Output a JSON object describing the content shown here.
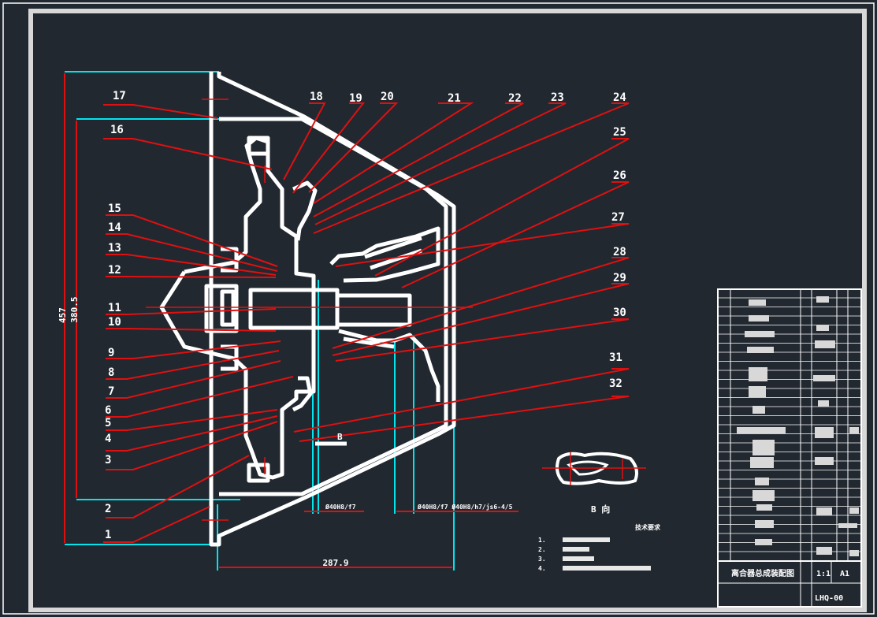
{
  "colors": {
    "background": "#212830",
    "outline": "#ffffff",
    "leader": "#e01010",
    "dimension": "#00e5ee"
  },
  "callouts": [
    "17",
    "16",
    "15",
    "14",
    "13",
    "12",
    "11",
    "10",
    "9",
    "8",
    "7",
    "6",
    "5",
    "4",
    "3",
    "2",
    "1",
    "18",
    "19",
    "20",
    "21",
    "22",
    "23",
    "24",
    "25",
    "26",
    "27",
    "28",
    "29",
    "30",
    "31",
    "32"
  ],
  "dimensions": {
    "outer_height": "457",
    "inner_height": "380.5",
    "axial_length": "287.9",
    "fit_note_1": "Ø40H8/f7",
    "fit_note_2": "Ø40H8/f7 Ø40H8/h7/js6-4/5"
  },
  "section_label": "B",
  "view_label": "B 向",
  "technical_requirements": {
    "title": "技术要求",
    "items": [
      "1.",
      "2.",
      "3.",
      "4."
    ]
  },
  "title_block": {
    "drawing_name": "离合器总成装配图",
    "scale": "1:1",
    "sheet_size": "A1",
    "drawing_no": "LHQ-00"
  }
}
